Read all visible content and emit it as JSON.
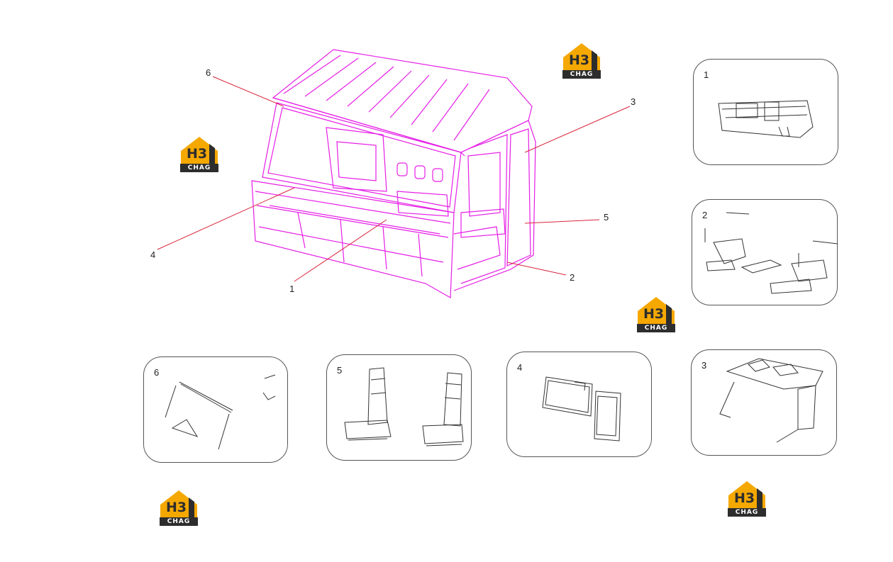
{
  "callouts": {
    "c1": "1",
    "c2": "2",
    "c3": "3",
    "c4": "4",
    "c5": "5",
    "c6": "6"
  },
  "panels": {
    "p1": "1",
    "p2": "2",
    "p3": "3",
    "p4": "4",
    "p5": "5",
    "p6": "6"
  },
  "logo": {
    "mark": "H3",
    "text": "CHAG"
  },
  "colors": {
    "cab_outline": "#e61ee6",
    "leader_line": "#d9243a",
    "logo_orange": "#f5a800",
    "logo_dark": "#2d2d2d"
  }
}
